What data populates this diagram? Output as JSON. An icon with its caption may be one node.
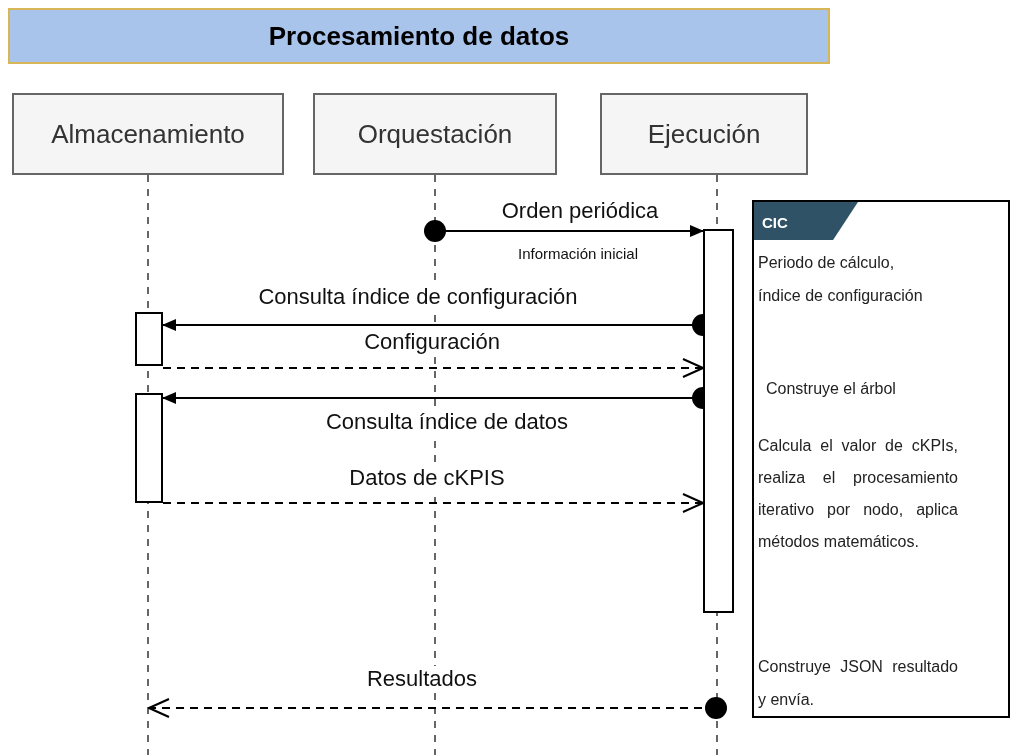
{
  "diagram": {
    "title": "Procesamiento de datos",
    "nodes": [
      {
        "text": [
          "Almacenamiento"
        ]
      },
      {
        "text": [
          "Orquestación"
        ]
      },
      {
        "text": [
          "Ejecución"
        ]
      },
      {
        "text": [],
        "shape": "box"
      },
      {
        "text": [],
        "shape": "box"
      },
      {
        "text": [],
        "shape": "bar"
      },
      {
        "text": [
          "CIC",
          "Periodo de cálculo, índice de configuración",
          "Construye el árbol",
          "Calcula el valor de cKPIs, realiza el procesamiento iterativo por nodo, aplica métodos matemáticos.",
          "Construye JSON resultado y envía."
        ]
      },
      {
        "text": [],
        "shape": "line"
      },
      {
        "text": [],
        "shape": "line"
      }
    ],
    "edges": [
      {
        "from": 1,
        "to": 5,
        "arrow": "to",
        "label": "Orden periódica"
      },
      {
        "from": 5,
        "to": 3,
        "arrow": "to",
        "label": "Consulta índice de configuración"
      },
      {
        "from": 3,
        "to": 5,
        "arrow": "to",
        "label": "Configuración",
        "style": "dashed"
      },
      {
        "from": 5,
        "to": 4,
        "arrow": "to",
        "label": "Consulta índice de datos"
      },
      {
        "from": 4,
        "to": 5,
        "arrow": "to",
        "label": "Datos de cKPIS",
        "style": "dashed"
      },
      {
        "from": 8,
        "to": 7,
        "arrow": "to",
        "label": "Resultados",
        "style": "dashed"
      }
    ],
    "labels": [
      "Información inicial"
    ]
  }
}
